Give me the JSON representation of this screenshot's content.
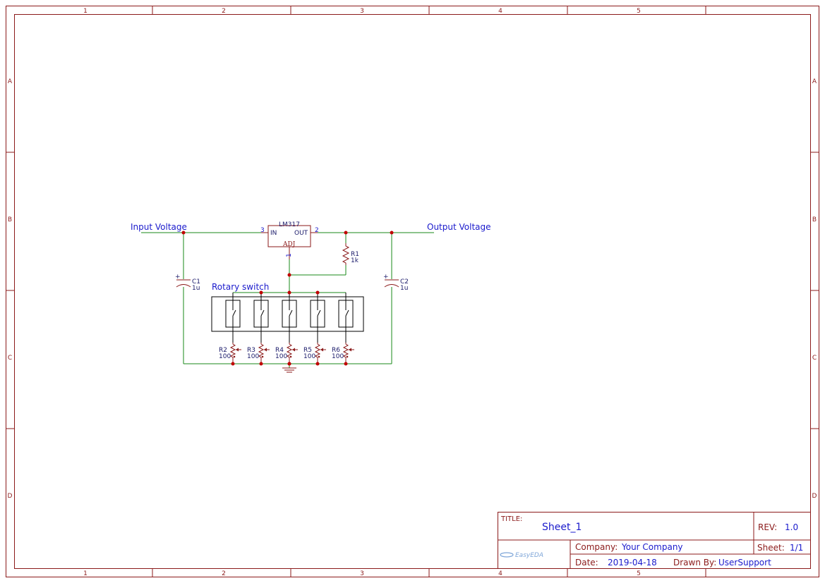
{
  "frame": {
    "columns": [
      "1",
      "2",
      "3",
      "4",
      "5"
    ],
    "rows": [
      "A",
      "B",
      "C",
      "D"
    ]
  },
  "nets": {
    "input": "Input Voltage",
    "output": "Output Voltage",
    "rotary": "Rotary switch"
  },
  "regulator": {
    "name": "LM317",
    "pin_in": "IN",
    "pin_out": "OUT",
    "pin_adj": "ADJ",
    "pin_in_num": "3",
    "pin_out_num": "2",
    "pin_adj_num": "1"
  },
  "components": {
    "r1": {
      "ref": "R1",
      "value": "1k"
    },
    "c1": {
      "ref": "C1",
      "value": "1u"
    },
    "c2": {
      "ref": "C2",
      "value": "1u"
    },
    "pots": [
      {
        "ref": "R2",
        "value": "100"
      },
      {
        "ref": "R3",
        "value": "100"
      },
      {
        "ref": "R4",
        "value": "100"
      },
      {
        "ref": "R5",
        "value": "100"
      },
      {
        "ref": "R6",
        "value": "100"
      }
    ],
    "cap_plus": "+"
  },
  "title_block": {
    "title_label": "TITLE:",
    "title": "Sheet_1",
    "rev_label": "REV:",
    "rev": "1.0",
    "company_label": "Company:",
    "company": "Your Company",
    "sheet_label": "Sheet:",
    "sheet": "1/1",
    "date_label": "Date:",
    "date": "2019-04-18",
    "drawn_label": "Drawn By:",
    "drawn_by": "UserSupport",
    "logo": "EasyEDA"
  },
  "colors": {
    "frame": "#8b1a1a",
    "wire": "#1a8a1a",
    "net_label": "#1a1acc",
    "junction": "#c00000"
  }
}
